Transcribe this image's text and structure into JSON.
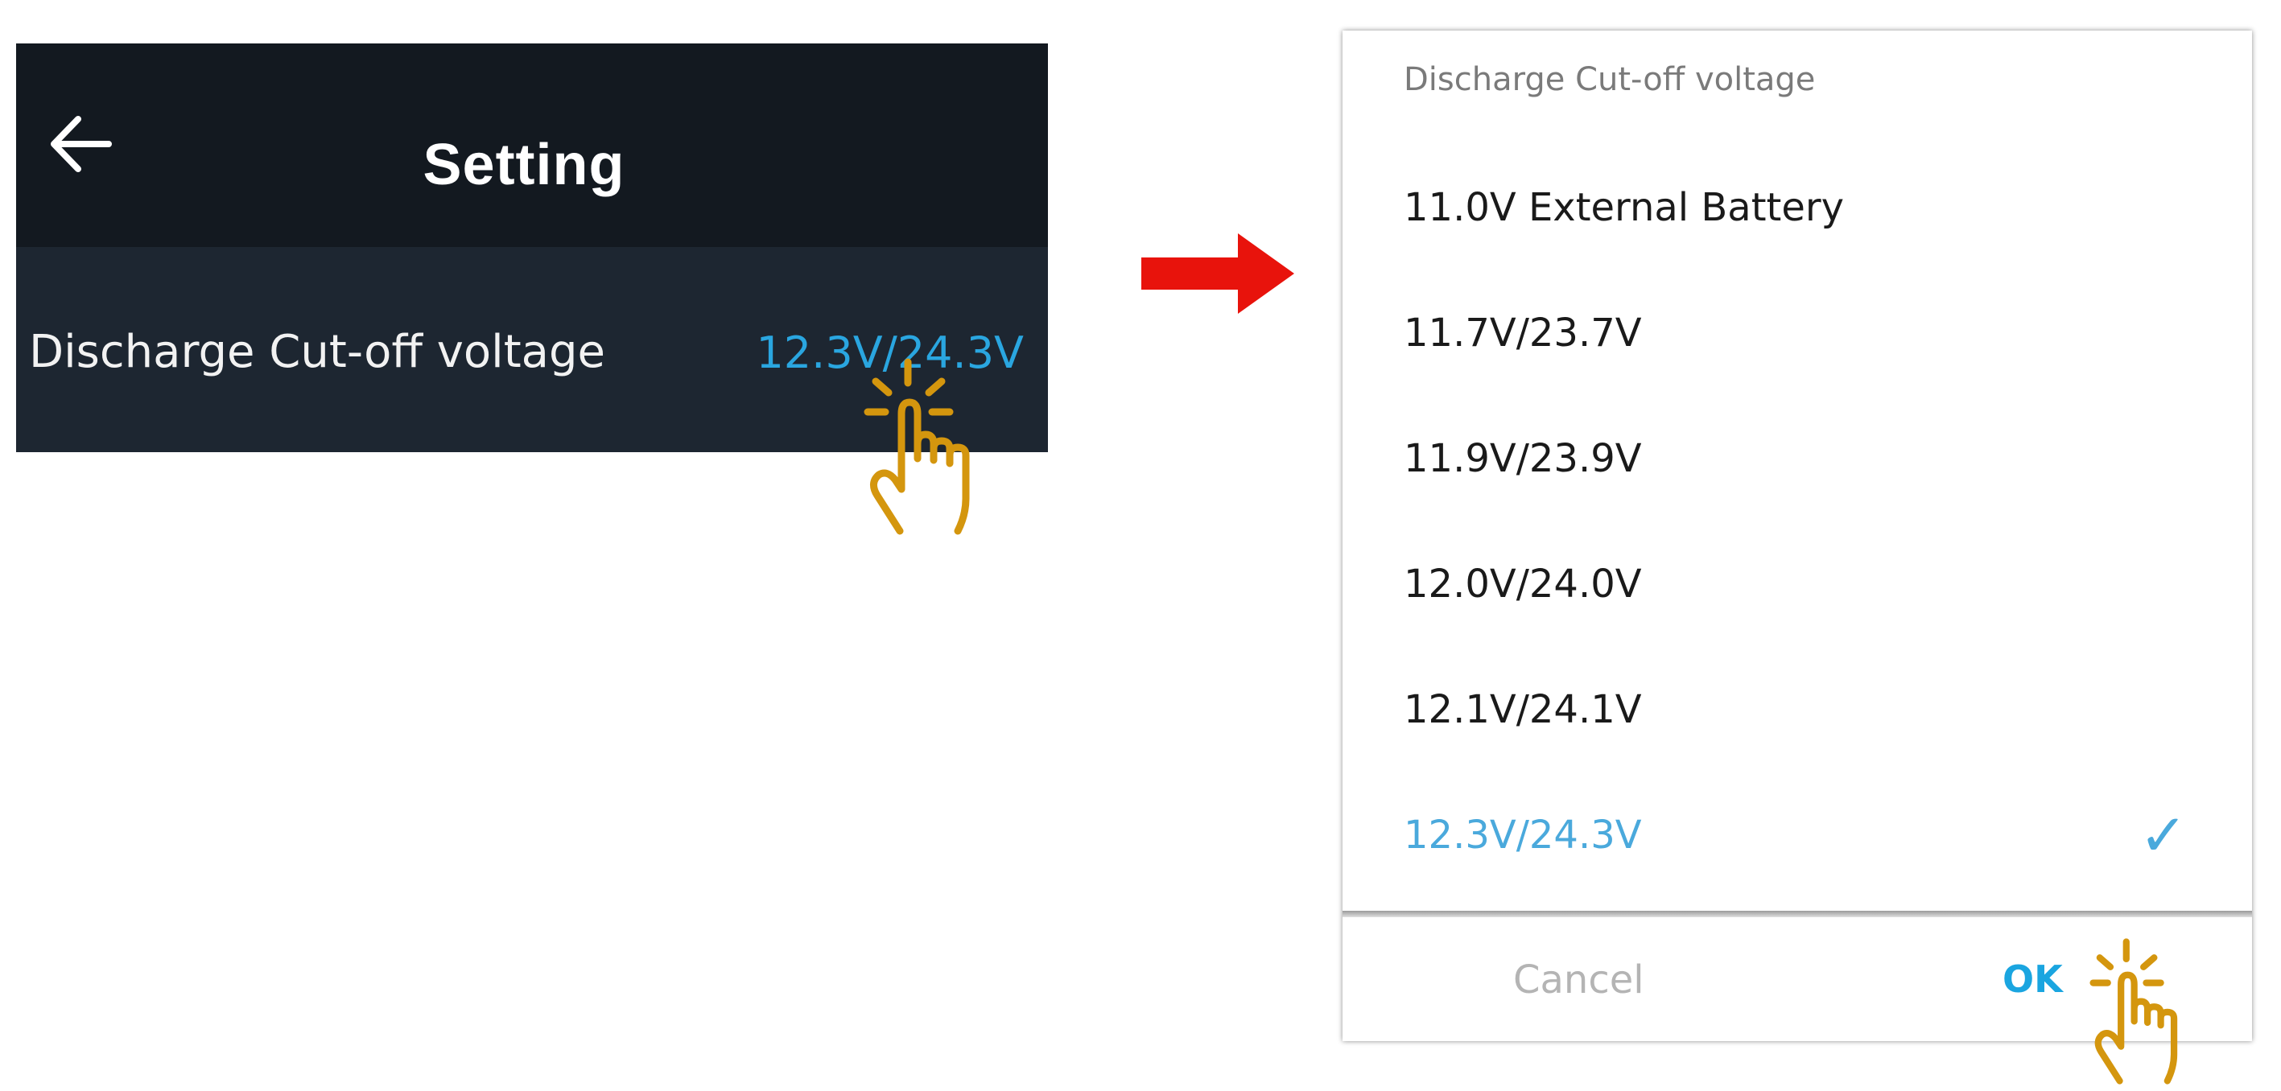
{
  "setting_screen": {
    "title": "Setting",
    "row": {
      "label": "Discharge Cut-off voltage",
      "value": "12.3V/24.3V"
    },
    "back_icon": "arrow-left-icon"
  },
  "flow_arrow": {
    "icon": "right-arrow-icon",
    "color": "#e8130c"
  },
  "dialog": {
    "title": "Discharge Cut-off voltage",
    "options": [
      {
        "label": "11.0V External Battery",
        "selected": false
      },
      {
        "label": "11.7V/23.7V",
        "selected": false
      },
      {
        "label": "11.9V/23.9V",
        "selected": false
      },
      {
        "label": "12.0V/24.0V",
        "selected": false
      },
      {
        "label": "12.1V/24.1V",
        "selected": false
      },
      {
        "label": "12.3V/24.3V",
        "selected": true
      }
    ],
    "check_mark": "✓",
    "cancel_label": "Cancel",
    "ok_label": "OK"
  },
  "colors": {
    "header_bg": "#131920",
    "row_bg": "#1d2631",
    "accent_blue": "#2aa6e0",
    "hand_pointer": "#d4960e"
  }
}
